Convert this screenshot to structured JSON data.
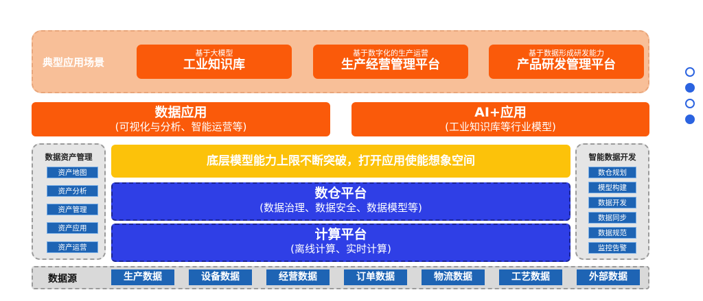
{
  "scenarios": {
    "label": "典型应用场景",
    "items": [
      {
        "sub": "基于大模型",
        "title": "工业知识库"
      },
      {
        "sub": "基于数字化的生产运营",
        "title": "生产经营管理平台"
      },
      {
        "sub": "基于数据形成研发能力",
        "title": "产品研发管理平台"
      }
    ]
  },
  "apps": [
    {
      "title": "数据应用",
      "sub": "(可视化与分析、智能运营等)"
    },
    {
      "title": "AI+应用",
      "sub": "(工业知识库等行业模型)"
    }
  ],
  "left_panel": {
    "title": "数据资产管理",
    "items": [
      "资产地图",
      "资产分析",
      "资产管理",
      "资产应用",
      "资产运营"
    ]
  },
  "right_panel": {
    "title": "智能数据开发",
    "items": [
      "数仓规划",
      "模型构建",
      "数据开发",
      "数据同步",
      "数据规范",
      "监控告警"
    ]
  },
  "layers": {
    "top_banner": "底层模型能力上限不断突破，打开应用使能想象空间",
    "warehouse": {
      "title": "数仓平台",
      "sub": "(数据治理、数据安全、数据模型等)"
    },
    "compute": {
      "title": "计算平台",
      "sub": "(离线计算、实时计算)"
    }
  },
  "sources": {
    "label": "数据源",
    "items": [
      "生产数据",
      "设备数据",
      "经营数据",
      "订单数据",
      "物流数据",
      "工艺数据",
      "外部数据"
    ]
  },
  "pager": {
    "colors": {
      "accent": "#2b63e0"
    }
  }
}
